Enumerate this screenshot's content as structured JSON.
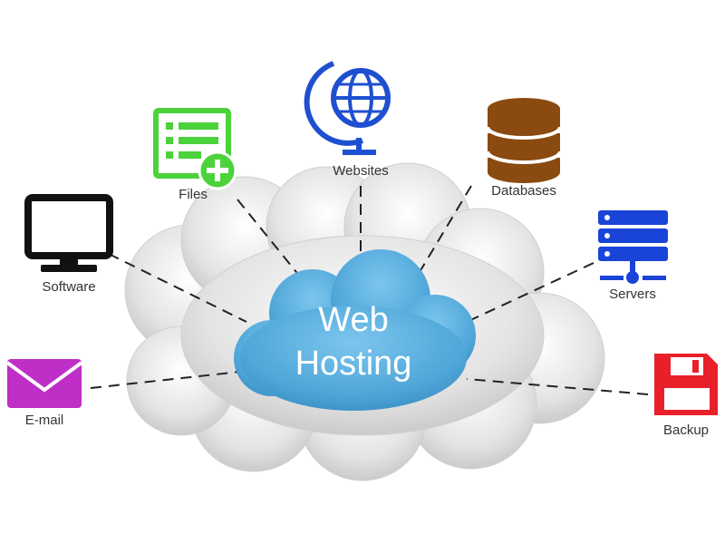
{
  "center": {
    "line1": "Web",
    "line2": "Hosting",
    "color": "#4fa6d8"
  },
  "nodes": {
    "websites": {
      "label": "Websites",
      "icon": "globe-icon",
      "color": "#1f4fd1"
    },
    "files": {
      "label": "Files",
      "icon": "file-list-add-icon",
      "color": "#4cd23a"
    },
    "databases": {
      "label": "Databases",
      "icon": "database-icon",
      "color": "#8a4a10"
    },
    "software": {
      "label": "Software",
      "icon": "monitor-icon",
      "color": "#111111"
    },
    "servers": {
      "label": "Servers",
      "icon": "server-rack-icon",
      "color": "#1a44d8"
    },
    "email": {
      "label": "E-mail",
      "icon": "envelope-icon",
      "color": "#bf2fc7"
    },
    "backup": {
      "label": "Backup",
      "icon": "floppy-disk-icon",
      "color": "#e8202a"
    }
  }
}
